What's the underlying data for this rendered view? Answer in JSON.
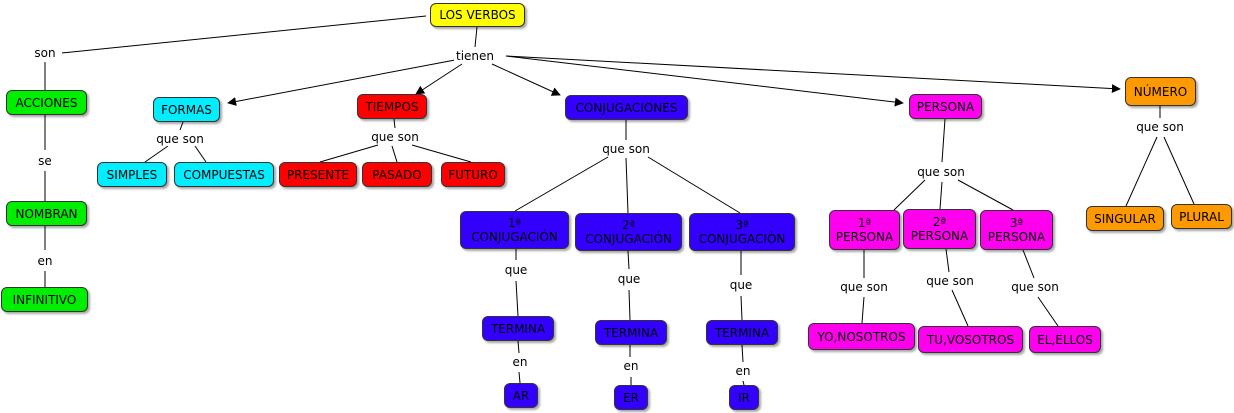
{
  "colors": {
    "yellow": "#ffff00",
    "green": "#00ee00",
    "cyan": "#00eeff",
    "red": "#ff0000",
    "blue": "#3300ff",
    "magenta": "#ff00ee",
    "orange": "#ff9900",
    "line": "#000000"
  },
  "nodes": {
    "root": "LOS VERBOS",
    "acciones": "ACCIONES",
    "nombran": "NOMBRAN",
    "infinitivo": "INFINITIVO",
    "formas": "FORMAS",
    "simples": "SIMPLES",
    "compuestas": "COMPUESTAS",
    "tiempos": "TIEMPOS",
    "presente": "PRESENTE",
    "pasado": "PASADO",
    "futuro": "FUTURO",
    "conjugaciones": "CONJUGACIONES",
    "conj1": "1ª\nCONJUGACIÓN",
    "conj2": "2ª\nCONJUGACIÓN",
    "conj3": "3ª\nCONJUGACIÓN",
    "termina1": "TERMINA",
    "termina2": "TERMINA",
    "termina3": "TERMINA",
    "ar": "AR",
    "er": "ER",
    "ir": "IR",
    "persona": "PERSONA",
    "persona1": "1ª\nPERSONA",
    "persona2": "2ª\nPERSONA",
    "persona3": "3ª\nPERSONA",
    "yo": "YO,NOSOTROS",
    "tu": "TU,VOSOTROS",
    "el": "EL,ELLOS",
    "numero": "NÚMERO",
    "singular": "SINGULAR",
    "plural": "PLURAL"
  },
  "labels": {
    "son": "son",
    "se": "se",
    "en_infinitivo": "en",
    "tienen": "tienen",
    "queson_formas": "que son",
    "queson_tiempos": "que son",
    "queson_conjug": "que son",
    "que1": "que",
    "que2": "que",
    "que3": "que",
    "en1": "en",
    "en2": "en",
    "en3": "en",
    "queson_persona": "que son",
    "queson_p1": "que son",
    "queson_p2": "que son",
    "queson_p3": "que son",
    "queson_numero": "que son"
  }
}
